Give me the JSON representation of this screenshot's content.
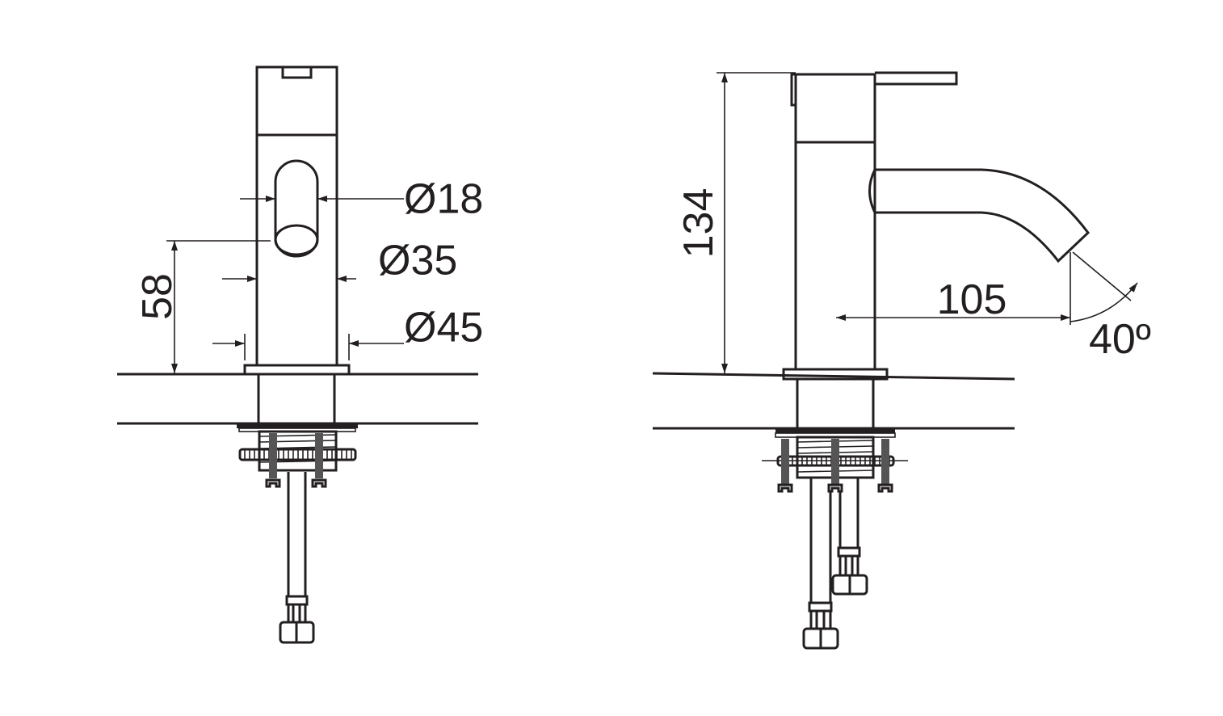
{
  "front_view": {
    "dimensions": {
      "lever_diameter": "Ø18",
      "body_diameter": "Ø35",
      "base_diameter": "Ø45",
      "lever_height": "58"
    }
  },
  "side_view": {
    "dimensions": {
      "total_height": "134",
      "spout_reach": "105",
      "lever_angle": "40º"
    }
  },
  "colors": {
    "line": "#231f20",
    "background": "#ffffff"
  }
}
